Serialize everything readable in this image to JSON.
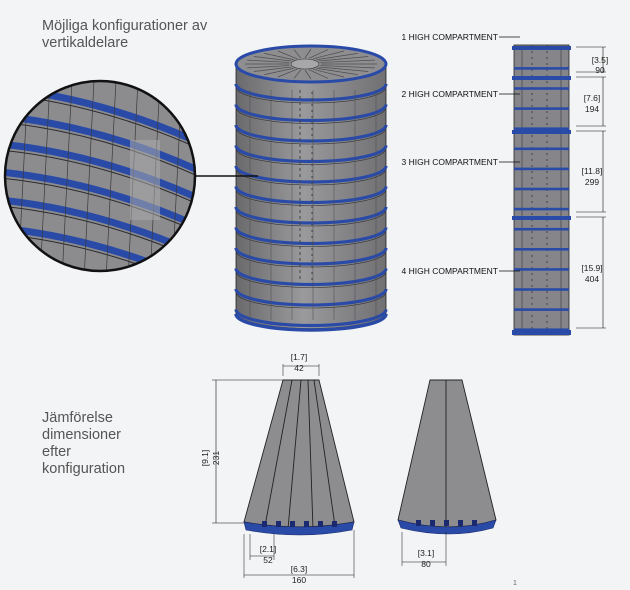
{
  "captions": {
    "configurations": "Möjliga konfigurationer av\nvertikaldelare",
    "comparison": "Jämförelse\ndimensioner\nefter\nkonfiguration"
  },
  "compartments": [
    {
      "label": "1 HIGH COMPARTMENT",
      "dim_in": "[3.5]",
      "dim_mm": "90"
    },
    {
      "label": "2 HIGH COMPARTMENT",
      "dim_in": "[7.6]",
      "dim_mm": "194"
    },
    {
      "label": "3 HIGH COMPARTMENT",
      "dim_in": "[11.8]",
      "dim_mm": "299"
    },
    {
      "label": "4 HIGH COMPARTMENT",
      "dim_in": "[15.9]",
      "dim_mm": "404"
    }
  ],
  "cone_dimensions": {
    "top_width_in": "[1.7]",
    "top_width_mm": "42",
    "height_in": "[9.1]",
    "height_mm": "231",
    "base_segment_in": "[2.1]",
    "base_segment_mm": "52",
    "base_width_in": "[6.3]",
    "base_width_mm": "160",
    "right_base_in": "[3.1]",
    "right_base_mm": "80"
  },
  "page_mark": "1",
  "colors": {
    "part_gray": "#8a8a8d",
    "part_dark": "#5e5e61",
    "rim_blue": "#2a4aa8",
    "line": "#222222",
    "caption": "#555555"
  }
}
